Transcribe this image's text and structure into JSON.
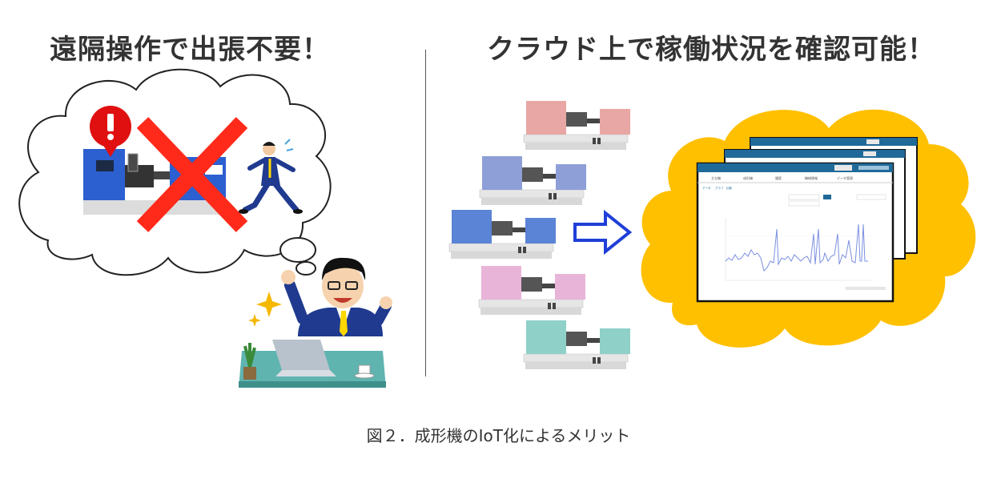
{
  "headings": {
    "left": "遠隔操作で出張不要！",
    "right": "クラウド上で稼働状況を確認可能！"
  },
  "caption": "図２．成形機のIoT化によるメリット",
  "colors": {
    "machines": [
      "#e8a7a4",
      "#8e9fd8",
      "#5b83d6",
      "#e8b4d8",
      "#8fd0c8"
    ],
    "cloud_fill": "#ffc000",
    "arrow": "#1f3fd8",
    "cross": "#ff2a1a",
    "alert": "#e01010"
  },
  "dashboard": {
    "tabs": [
      "主な機",
      "成形機",
      "履歴",
      "機械情報",
      "データ管理"
    ],
    "subtabs": [
      "データ",
      "グラフ",
      "比較"
    ]
  }
}
